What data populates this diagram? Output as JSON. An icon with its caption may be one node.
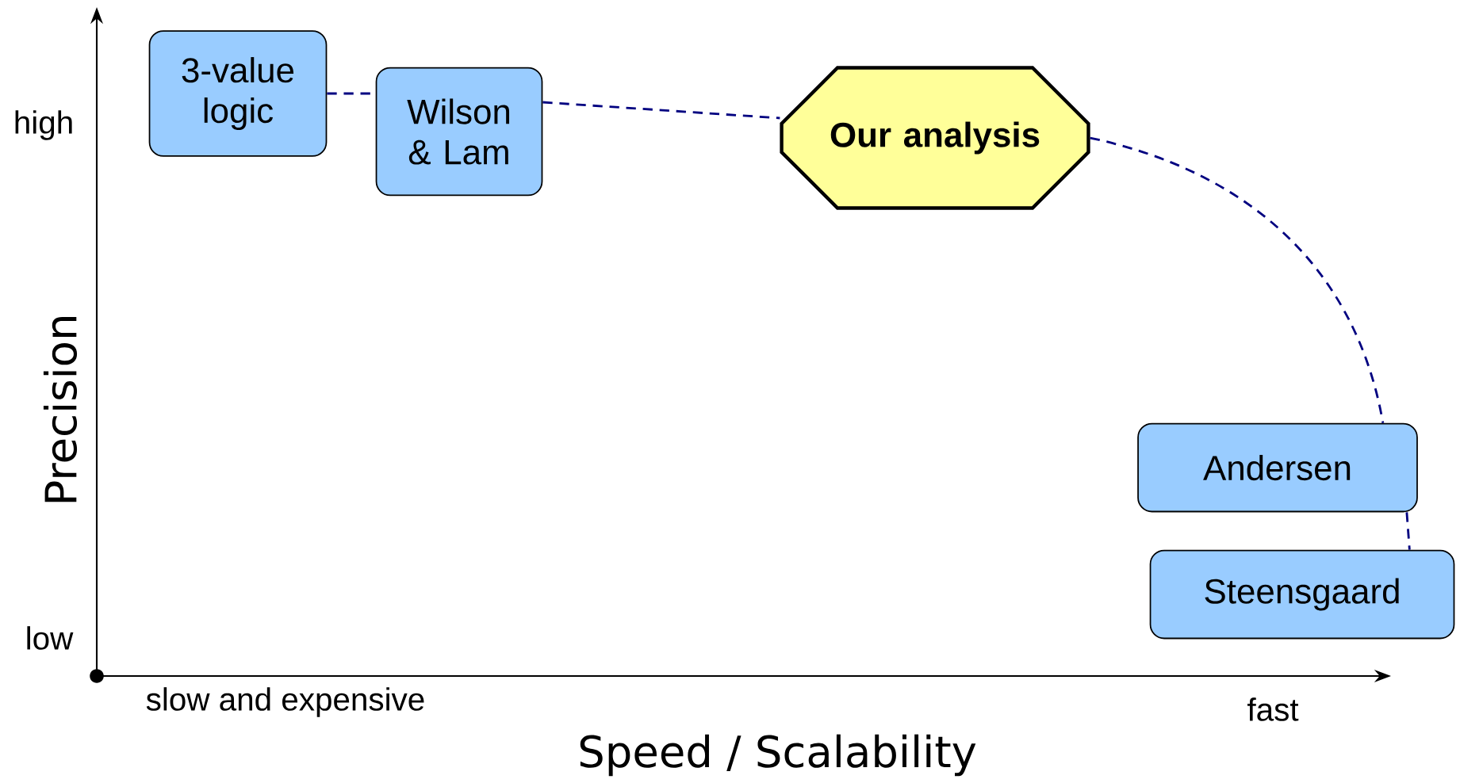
{
  "diagram": {
    "nodes": [
      {
        "text": [
          "3-value logic"
        ]
      },
      {
        "text": [
          "Wilson & Lam"
        ]
      },
      {
        "text": [
          "Our analysis"
        ]
      },
      {
        "text": [
          "Andersen"
        ]
      },
      {
        "text": [
          "Steensgaard"
        ]
      }
    ],
    "edges": [
      {
        "from": 0,
        "to": 1,
        "arrow": "none",
        "style": "dashed"
      },
      {
        "from": 1,
        "to": 2,
        "arrow": "none",
        "style": "dashed"
      },
      {
        "from": 2,
        "to": 3,
        "arrow": "none",
        "style": "dashed"
      },
      {
        "from": 3,
        "to": 4,
        "arrow": "none",
        "style": "dashed"
      }
    ],
    "labels": [
      "high",
      "low",
      "Precision",
      "slow and expensive",
      "fast",
      "Speed / Scalability"
    ]
  }
}
